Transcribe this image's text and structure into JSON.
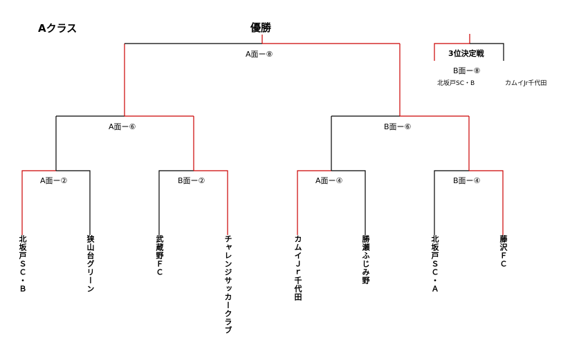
{
  "header": {
    "class_label": "Aクラス",
    "final_label": "優勝"
  },
  "colors": {
    "winner_line": "#cc0000",
    "bracket_line": "#000000"
  },
  "matches": {
    "final": "A面ー⑧",
    "semi_left": "A面ー⑥",
    "semi_right": "B面ー⑥",
    "r1_1": "A面ー②",
    "r1_2": "B面ー②",
    "r1_3": "A面ー④",
    "r1_4": "B面ー④"
  },
  "third_place": {
    "title": "3位決定戦",
    "match": "B面ー⑧",
    "team_left": "北坂戸SC・B",
    "team_right": "カムイJr千代田"
  },
  "teams": [
    "北坂戸ＳＣ・Ｂ",
    "狭山台グリーン",
    "武蔵野ＦＣ",
    "チャレンジサッカークラブ",
    "カムイＪｒ千代田",
    "勝瀬ふじみ野",
    "北坂戸ＳＣ・Ａ",
    "藤沢ＦＣ"
  ]
}
